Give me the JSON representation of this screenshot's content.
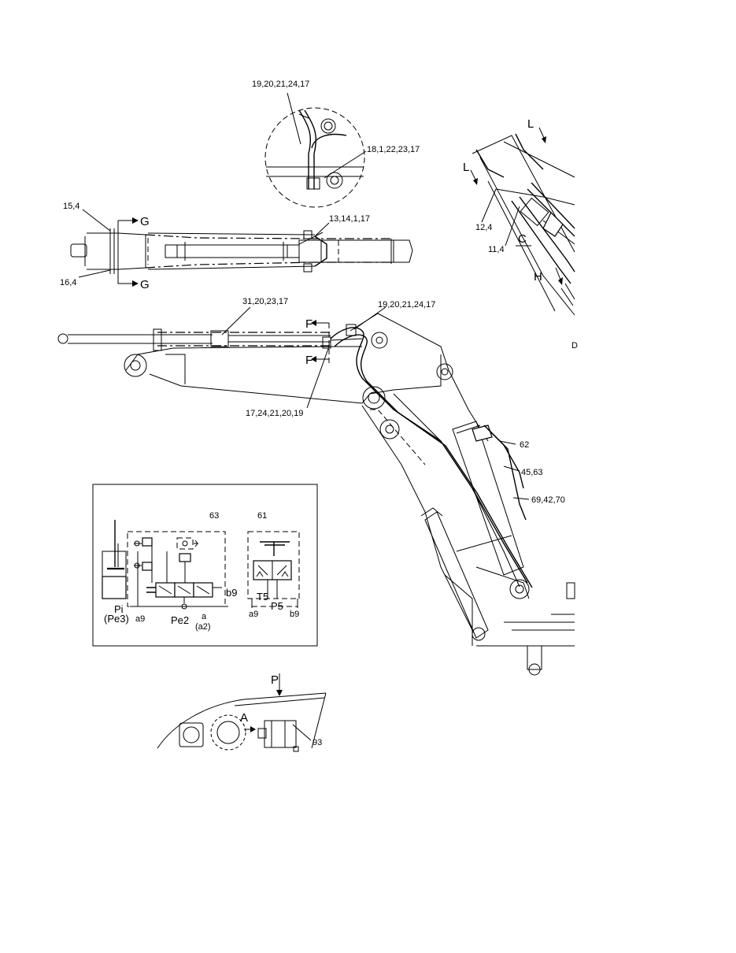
{
  "labels": {
    "detail_top_a": "19,20,21,24,17",
    "detail_top_b": "18,1,22,23,17",
    "arm_left_a": "15,4",
    "arm_left_b": "16,4",
    "arm_right": "13,14,1,17",
    "section_g_top": "G",
    "section_g_bottom": "G",
    "view_l_a": "L",
    "view_l_b": "L",
    "right_12_4": "12,4",
    "right_11_4": "11,4",
    "view_c": "C",
    "view_h": "H",
    "view_d": "D",
    "boom_31": "31,20,23,17",
    "boom_19": "19,20,21,24,17",
    "section_f_top": "F",
    "section_f_bottom": "F",
    "boom_17": "17,24,21,20,19",
    "cyl_62": "62",
    "cyl_45": "45,63",
    "cyl_69": "69,42,70",
    "bottom_p": "P",
    "bottom_a": "A",
    "bottom_93": "93"
  },
  "schematic": {
    "valve_63": "63",
    "valve_61": "61",
    "port_pi": "Pi",
    "port_pe3": "(Pe3)",
    "port_a9_left": "a9",
    "port_pe2": "Pe2",
    "port_a": "a",
    "port_a2": "(a2)",
    "port_b9_right": "b9",
    "port_t5": "T5",
    "port_p5": "P5",
    "port_a9_bottom": "a9",
    "port_b9_bottom": "b9"
  }
}
